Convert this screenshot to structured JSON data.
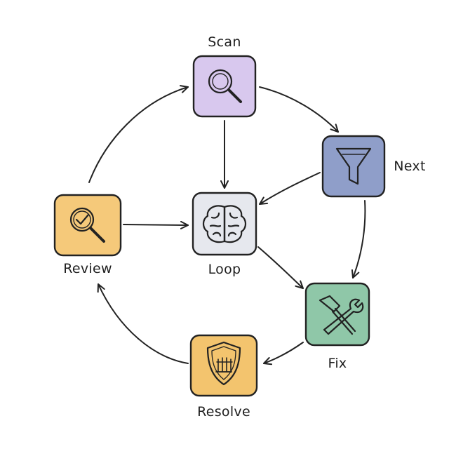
{
  "nodes": {
    "scan": {
      "label": "Scan",
      "color": "#d8c8ee",
      "icon": "magnifier-icon"
    },
    "next": {
      "label": "Next",
      "color": "#8f9ec9",
      "icon": "funnel-icon"
    },
    "review": {
      "label": "Review",
      "color": "#f5c97a",
      "icon": "magnifier-check-icon"
    },
    "loop": {
      "label": "Loop",
      "color": "#e6e8ee",
      "icon": "brain-icon"
    },
    "fix": {
      "label": "Fix",
      "color": "#8fc7a8",
      "icon": "hammer-wrench-icon"
    },
    "resolve": {
      "label": "Resolve",
      "color": "#f3c46e",
      "icon": "shield-icon"
    }
  },
  "edges": [
    {
      "from": "scan",
      "to": "next"
    },
    {
      "from": "scan",
      "to": "loop"
    },
    {
      "from": "next",
      "to": "loop"
    },
    {
      "from": "next",
      "to": "fix"
    },
    {
      "from": "loop",
      "to": "fix"
    },
    {
      "from": "fix",
      "to": "resolve"
    },
    {
      "from": "resolve",
      "to": "review"
    },
    {
      "from": "review",
      "to": "loop"
    },
    {
      "from": "review",
      "to": "scan"
    }
  ]
}
